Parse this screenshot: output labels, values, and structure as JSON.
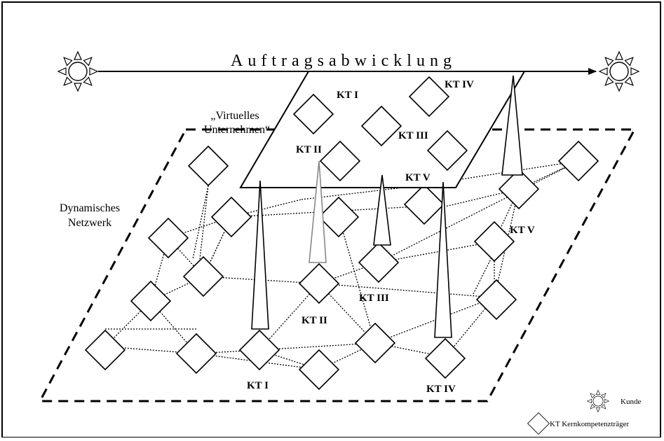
{
  "diagram": {
    "title": "Auftragsabwicklung",
    "virtual_label_line1": "„Virtuelles",
    "virtual_label_line2": "Unternehmen“",
    "network_label_line1": "Dynamisches",
    "network_label_line2": "Netzwerk",
    "virtual_nodes": [
      "KT I",
      "KT II",
      "KT III",
      "KT IV",
      "KT V"
    ],
    "network_labels": [
      "KT I",
      "KT II",
      "KT III",
      "KT IV",
      "KT V"
    ],
    "colors": {
      "line": "#000000",
      "background": "#ffffff"
    }
  },
  "legend": {
    "kunde_label": "Kunde",
    "kt_label": "KT Kernkompetenzträger",
    "kunde_icon": "sun-icon",
    "kt_icon": "diamond-icon"
  }
}
